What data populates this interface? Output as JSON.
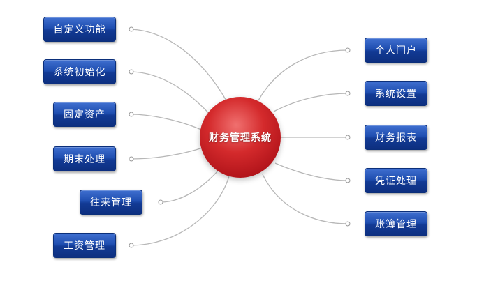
{
  "center": {
    "label": "财务管理系统"
  },
  "left_nodes": [
    {
      "label": "自定义功能"
    },
    {
      "label": "系统初始化"
    },
    {
      "label": "固定资产"
    },
    {
      "label": "期末处理"
    },
    {
      "label": "往来管理"
    },
    {
      "label": "工资管理"
    }
  ],
  "right_nodes": [
    {
      "label": "个人门户"
    },
    {
      "label": "系统设置"
    },
    {
      "label": "财务报表"
    },
    {
      "label": "凭证处理"
    },
    {
      "label": "账簿管理"
    }
  ],
  "colors": {
    "node_blue": "#1f4eb0",
    "hub_red": "#c81e24",
    "connector_gray": "#b7b7b7"
  }
}
